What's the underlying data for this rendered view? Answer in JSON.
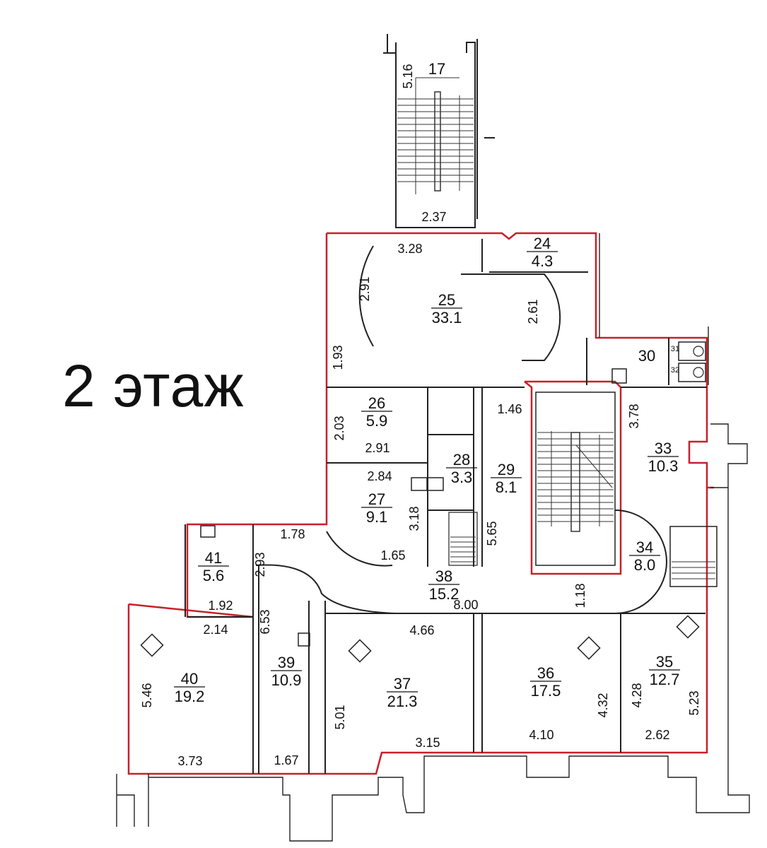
{
  "floor_title": "2 этаж",
  "rooms": [
    {
      "number": "17",
      "area": ""
    },
    {
      "number": "24",
      "area": "4.3"
    },
    {
      "number": "25",
      "area": "33.1"
    },
    {
      "number": "26",
      "area": "5.9"
    },
    {
      "number": "27",
      "area": "9.1"
    },
    {
      "number": "28",
      "area": "3.3"
    },
    {
      "number": "29",
      "area": "8.1"
    },
    {
      "number": "30",
      "area": ""
    },
    {
      "number": "31",
      "area": ""
    },
    {
      "number": "32",
      "area": ""
    },
    {
      "number": "33",
      "area": "10.3"
    },
    {
      "number": "34",
      "area": "8.0"
    },
    {
      "number": "35",
      "area": "12.7"
    },
    {
      "number": "36",
      "area": "17.5"
    },
    {
      "number": "37",
      "area": "21.3"
    },
    {
      "number": "38",
      "area": "15.2"
    },
    {
      "number": "39",
      "area": "10.9"
    },
    {
      "number": "40",
      "area": "19.2"
    },
    {
      "number": "41",
      "area": "5.6"
    }
  ],
  "dimensions": [
    "5.16",
    "2.37",
    "3.28",
    "2.91",
    "2.61",
    "1.93",
    "2.03",
    "2.91",
    "2.84",
    "3.18",
    "1.65",
    "1.46",
    "5.65",
    "3.78",
    "1.78",
    "2.93",
    "1.92",
    "2.14",
    "6.53",
    "8.00",
    "1.18",
    "4.66",
    "5.46",
    "3.73",
    "1.67",
    "5.01",
    "3.15",
    "4.10",
    "4.32",
    "4.28",
    "5.23",
    "2.62"
  ]
}
